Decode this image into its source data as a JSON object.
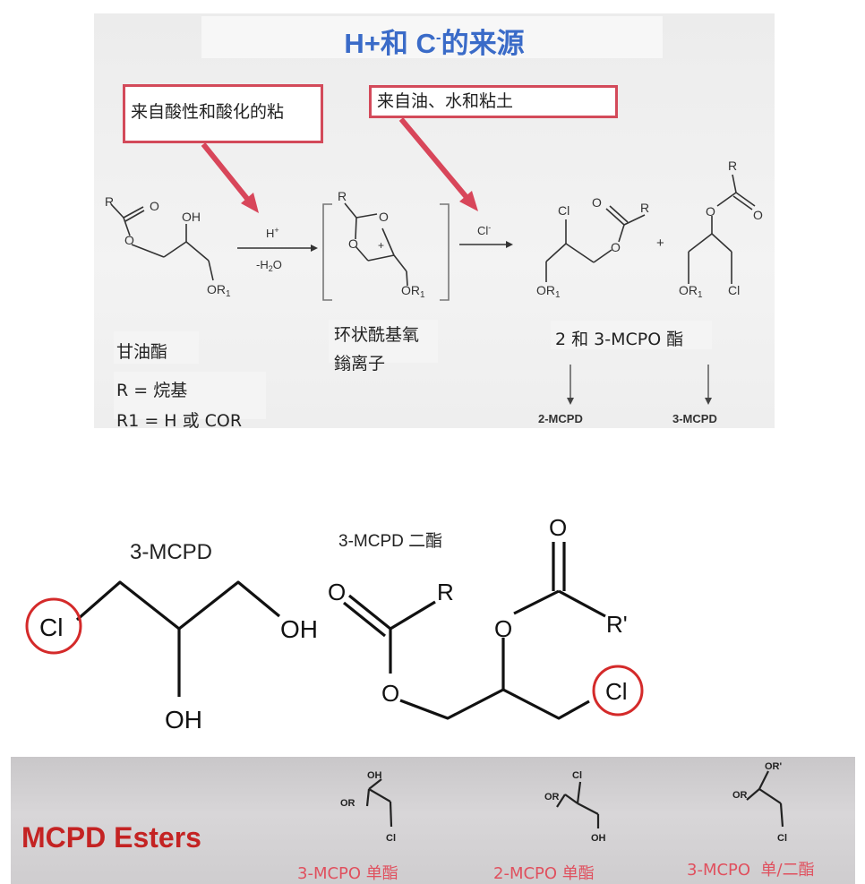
{
  "top": {
    "title_pre": "H+和 C",
    "title_sup": "-",
    "title_post": "的来源",
    "box_left": "来自酸性和酸化的粘",
    "box_right": "来自油、水和粘土",
    "reagent_acid": "H",
    "reagent_acid_sup": "+",
    "reagent_water": "-H",
    "reagent_water_sub": "2",
    "reagent_water_end": "O",
    "reagent_cl": "Cl",
    "reagent_cl_sup": "-",
    "label_glyceride": "甘油酯",
    "label_r": "R =  烷基",
    "label_r1": "R1 = H 或 COR",
    "label_ion_1": "环状酰基氧",
    "label_ion_2": "鎓离子",
    "label_esters": "2 和 3-MCPO 酯",
    "out_left": "2-MCPD",
    "out_right": "3-MCPD",
    "atoms": {
      "R": "R",
      "O": "O",
      "OH": "OH",
      "OR": "OR",
      "sub1": "1",
      "Cl": "Cl",
      "plus": "+"
    }
  },
  "middle": {
    "mcpd_label": "3-MCPD",
    "diester_label": "3-MCPD 二酯",
    "atoms": {
      "Cl": "Cl",
      "OH": "OH",
      "O": "O",
      "R": "R",
      "Rp": "R'"
    }
  },
  "bottom": {
    "title": "MCPD Esters",
    "label_1": "3-MCPO 单酯",
    "label_2": "2-MCPO 单酯",
    "label_3": "3-MCPO  单/二酯",
    "atoms": {
      "OH": "OH",
      "OR": "OR",
      "ORp": "OR'",
      "Cl": "Cl"
    }
  },
  "colors": {
    "title": "#3a6bc8",
    "arrow_red": "#d8465a",
    "circle_red": "#d42a2a",
    "mcpd_title": "#c42323",
    "bottom_label": "#e0505e"
  }
}
